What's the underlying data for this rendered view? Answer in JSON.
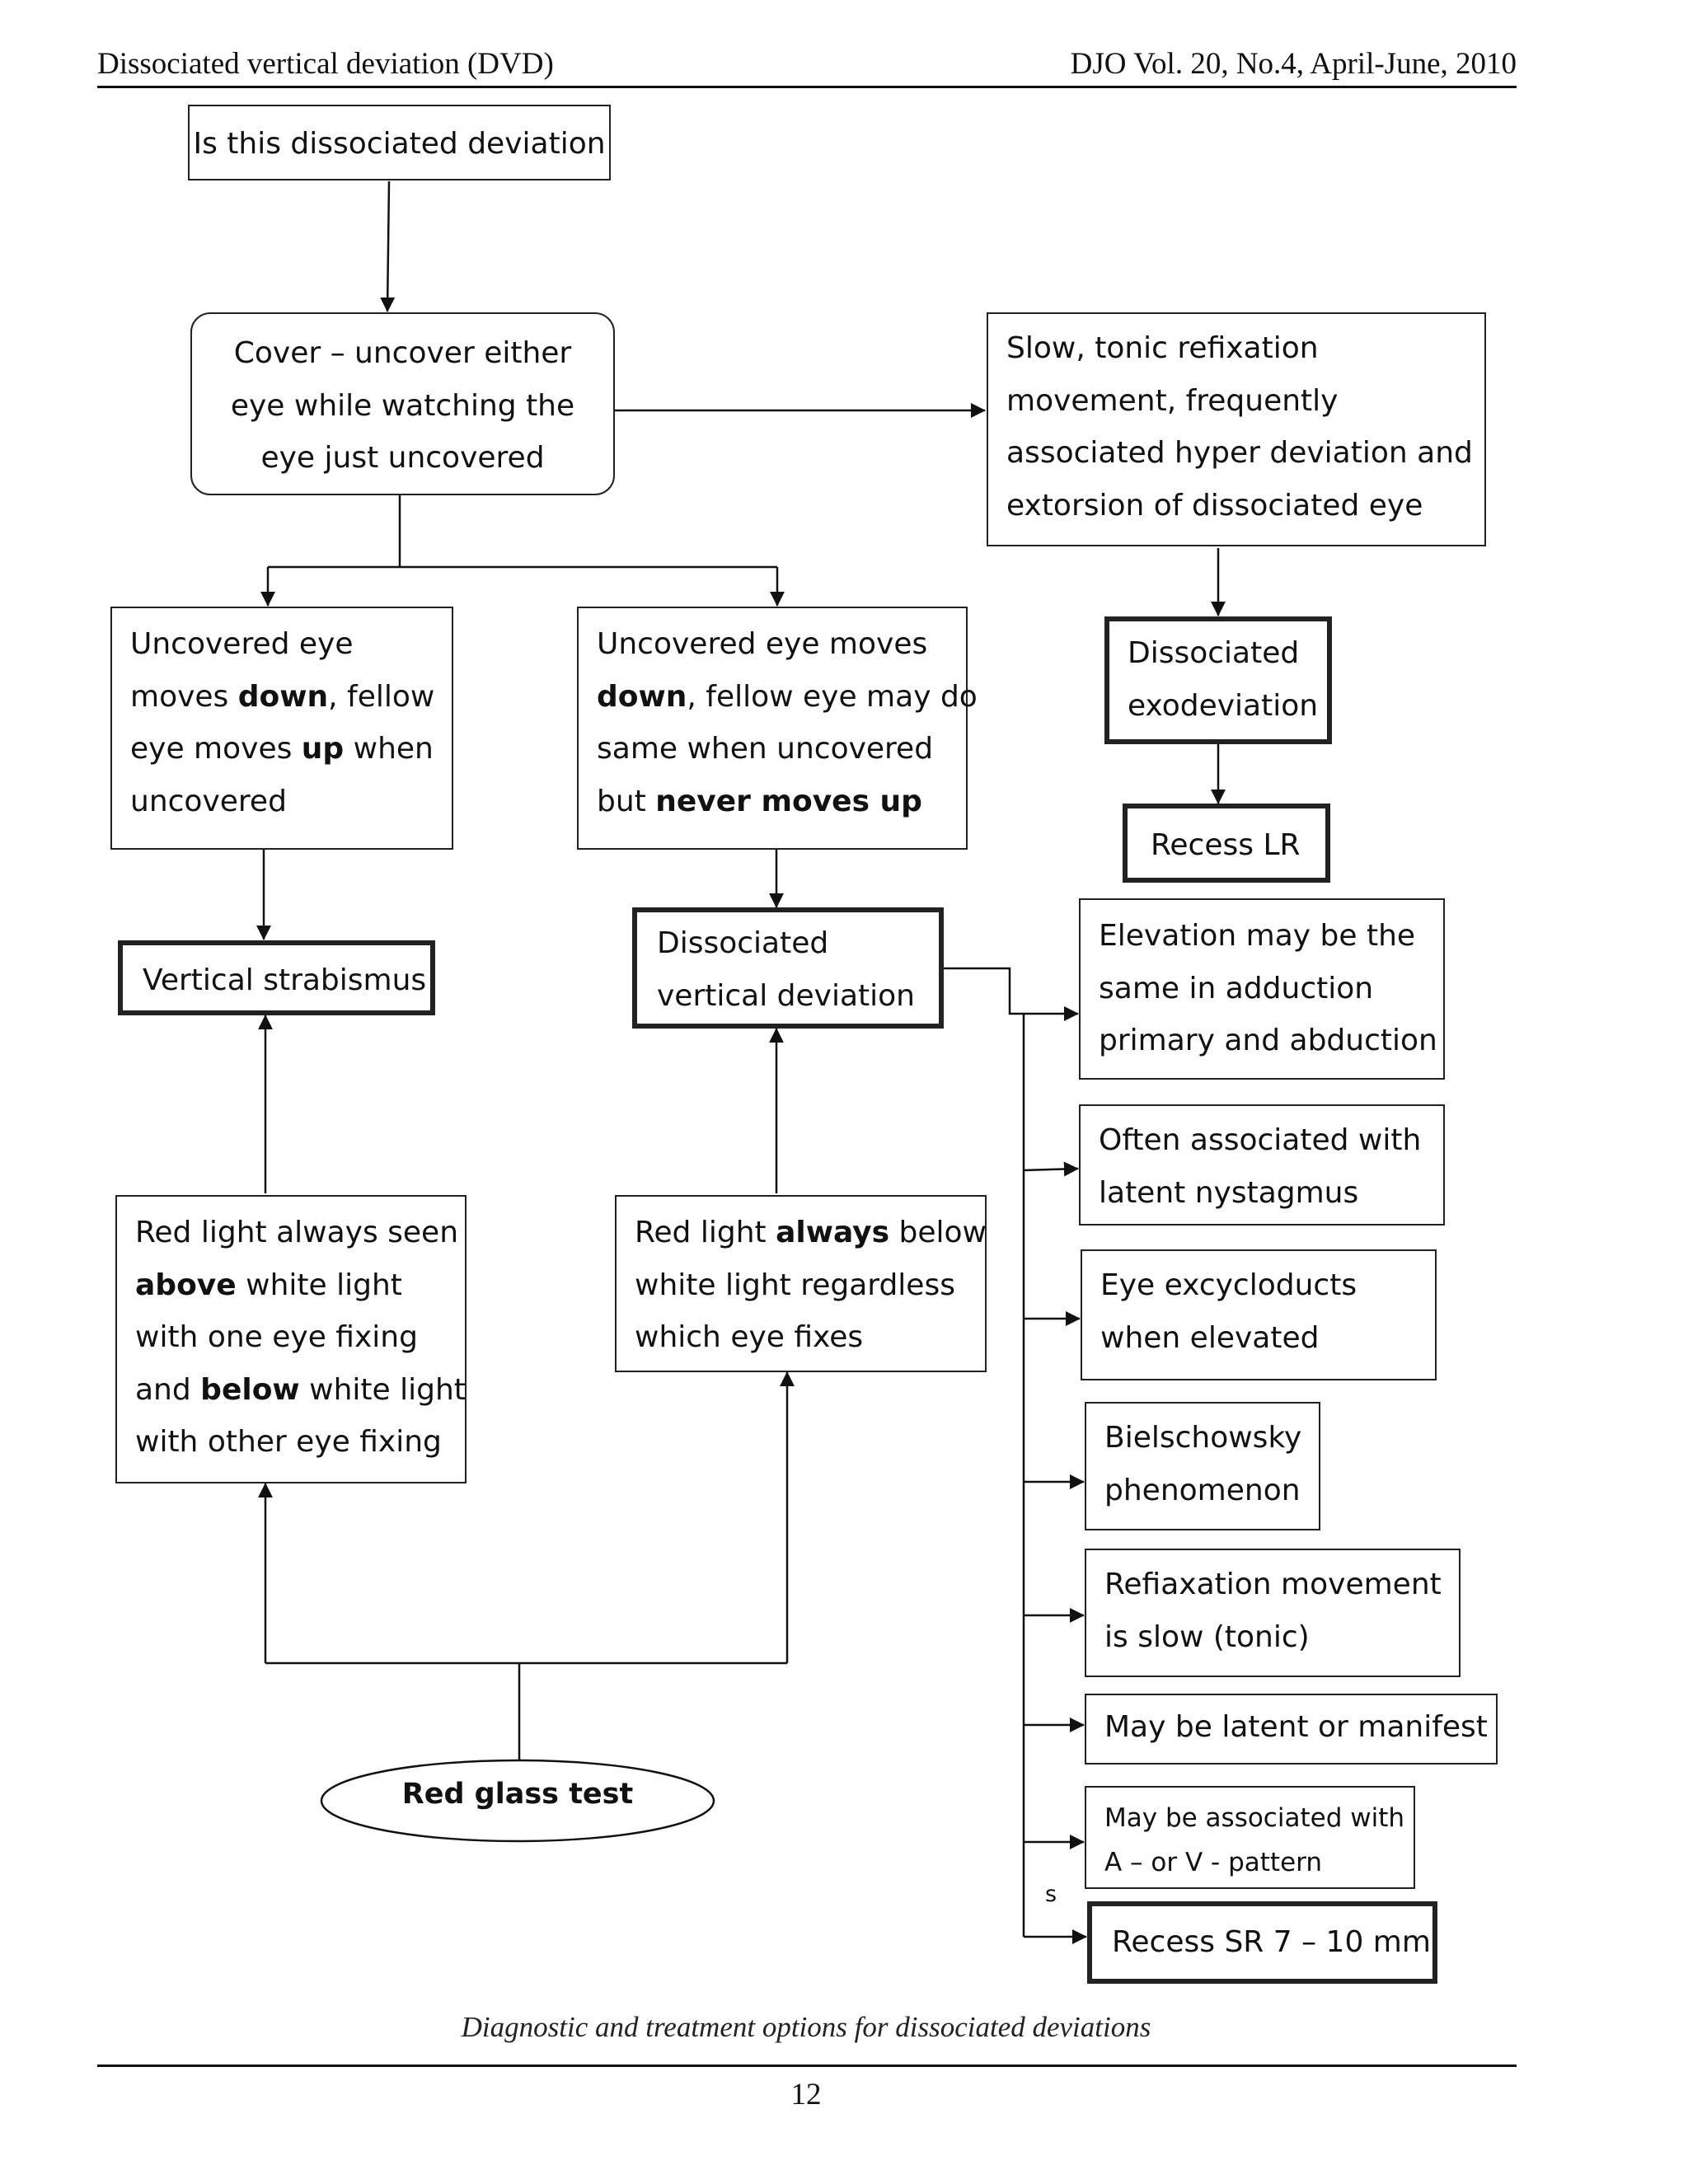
{
  "header": {
    "left": "Dissociated vertical deviation (DVD)",
    "right": "DJO Vol. 20, No.4, April-June, 2010"
  },
  "nodes": {
    "is_dissociated": "Is this dissociated deviation",
    "cover_uncover": [
      "Cover – uncover either",
      "eye while watching the",
      "eye just uncovered"
    ],
    "slow_tonic": [
      "Slow, tonic refixation",
      "movement, frequently",
      "associated hyper deviation and",
      "extorsion of dissociated eye"
    ],
    "uncovered_left": {
      "l1": "Uncovered eye",
      "l2a": "moves ",
      "l2b": "down",
      "l2c": ", fellow",
      "l3a": "eye moves ",
      "l3b": "up",
      "l3c": " when",
      "l4": "uncovered"
    },
    "uncovered_mid": {
      "l1": "Uncovered eye moves",
      "l2a": "down",
      "l2b": ", fellow eye may do",
      "l3": "same when uncovered",
      "l4a": "but ",
      "l4b": "never moves up"
    },
    "dissociated_exo": [
      "Dissociated",
      "exodeviation"
    ],
    "recess_lr": "Recess LR",
    "vertical_strabismus": "Vertical strabismus",
    "dvd": [
      "Dissociated",
      "vertical deviation"
    ],
    "elevation": [
      "Elevation may be the",
      "same in adduction",
      "primary and abduction"
    ],
    "latent_nystagmus": [
      "Often associated with",
      "latent nystagmus"
    ],
    "excycloducts": [
      "Eye excycloducts",
      "when elevated"
    ],
    "bielschowsky": [
      "Bielschowsky",
      "phenomenon"
    ],
    "refixation": [
      "Refiaxation movement",
      "is slow (tonic)"
    ],
    "latent_manifest": "May be latent or manifest",
    "av_pattern": [
      "May be associated with",
      "A – or V - pattern"
    ],
    "s_mark": "s",
    "recess_sr": "Recess SR 7 – 10 mm",
    "red_light_left": {
      "l1": "Red light always seen",
      "l2a": "above",
      "l2b": " white light",
      "l3": "with one eye fixing",
      "l4a": "and ",
      "l4b": "below",
      "l4c": " white light",
      "l5": "with other eye fixing"
    },
    "red_light_mid": {
      "l1a": "Red light ",
      "l1b": "always",
      "l1c": " below",
      "l2": "white light regardless",
      "l3": "which eye fixes"
    },
    "red_glass": "Red glass test"
  },
  "caption": "Diagnostic and treatment options for dissociated deviations",
  "page_number": "12"
}
